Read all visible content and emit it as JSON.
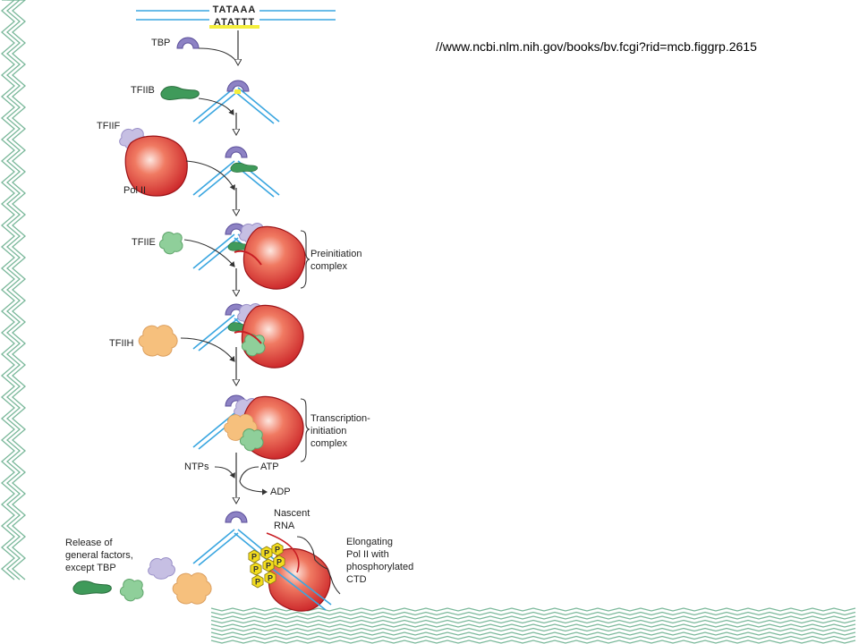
{
  "slide": {
    "source_url": "//www.ncbi.nlm.nih.gov/books/bv.fcgi?rid=mcb.figgrp.2615"
  },
  "diagram": {
    "sequence_top": "TATAAA",
    "sequence_bottom": "ATATTT",
    "labels": {
      "tbp": "TBP",
      "tfiib": "TFIIB",
      "tfiif": "TFIIF",
      "pol2": "Pol II",
      "tfiie": "TFIIE",
      "tfiih": "TFIIH",
      "ntps": "NTPs",
      "atp": "ATP",
      "adp": "ADP"
    },
    "preinitiation": [
      "Preinitiation",
      "complex"
    ],
    "transcription_initiation": [
      "Transcription-",
      "initiation",
      "complex"
    ],
    "nascent_rna": [
      "Nascent",
      "RNA"
    ],
    "elongating": [
      "Elongating",
      "Pol II with",
      "phosphorylated",
      "CTD"
    ],
    "release": [
      "Release of",
      "general factors,",
      "except TBP"
    ],
    "phosphate_label": "P"
  },
  "colors": {
    "dna": "#3aa6e0",
    "tbp": "#8d82c4",
    "tfiib": "#3f9a5a",
    "tfiif": "#c6bfe3",
    "pol2": "#d42a2a",
    "tfiie": "#8fcf9a",
    "tfiih": "#f6c07d",
    "phosphate": "#f2dc1e",
    "tata_highlight": "#f4ee3c",
    "border_green": "#7ab89a"
  }
}
